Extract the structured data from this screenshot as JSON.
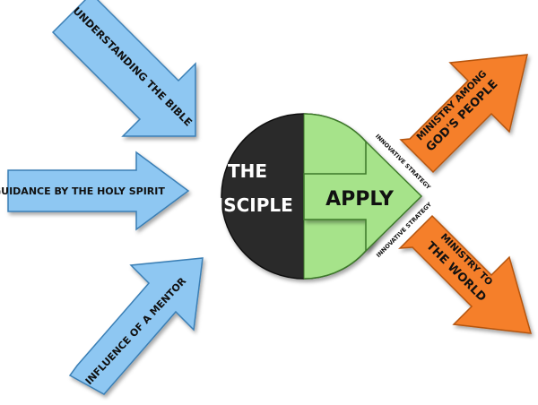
{
  "center": {
    "line1": "THE",
    "line2": "DISCIPLE",
    "apply": "APPLY"
  },
  "inputs": [
    {
      "label": "UNDERSTANDING THE BIBLE"
    },
    {
      "label": "GUIDANCE BY THE HOLY SPIRIT"
    },
    {
      "label": "INFLUENCE OF A MENTOR"
    }
  ],
  "outputs": [
    {
      "line1": "MINISTRY AMONG",
      "line2": "GOD'S PEOPLE"
    },
    {
      "line1": "MINISTRY TO",
      "line2": "THE WORLD"
    }
  ],
  "strategy_labels": [
    "INNOVATIVE STRATEGY",
    "INNOVATIVE STRATEGY"
  ],
  "colors": {
    "input_fill": "#8ec7f2",
    "input_stroke": "#3a7fb5",
    "output_fill": "#f57f2a",
    "output_stroke": "#b55410",
    "circle_dark": "#2b2b2b",
    "apply_fill": "#a6e38a",
    "apply_stroke": "#3e7a2a"
  }
}
